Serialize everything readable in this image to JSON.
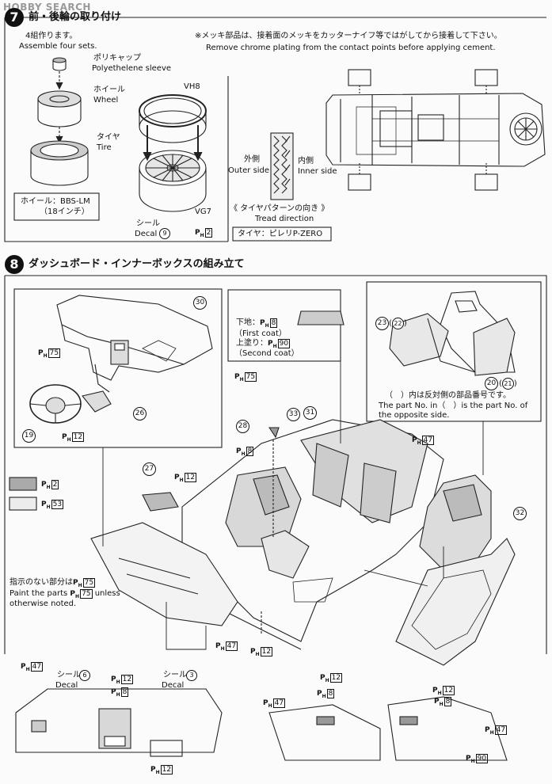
{
  "watermark": "HOBBY SEARCH",
  "step7": {
    "number": "7",
    "title": "前・後輪の取り付け",
    "four_sets_jp": "4組作ります。",
    "four_sets_en": "Assemble four sets.",
    "cap_jp": "ポリキャップ",
    "cap_en": "Polyethelene sleeve",
    "wheel_jp": "ホイール",
    "wheel_en": "Wheel",
    "tire_jp": "タイヤ",
    "tire_en": "Tire",
    "wheel_note_jp": "ホイール：BBS-LM",
    "wheel_note_size": "（18インチ）",
    "vh8": "VH8",
    "vg7": "VG7",
    "decal_jp": "シール",
    "decal_en": "Decal",
    "decal_no": "9",
    "ph_color": "2",
    "chrome_note_jp": "※メッキ部品は、接着面のメッキをカッターナイフ等ではがしてから接着して下さい。",
    "chrome_note_en": "Remove chrome plating from the contact points before applying cement.",
    "outer_jp": "外側",
    "outer_en": "Outer side",
    "inner_jp": "内側",
    "inner_en": "Inner side",
    "tread_jp": "《 タイヤパターンの向き 》",
    "tread_en": "Tread direction",
    "tire_brand": "タイヤ：ピレリP-ZERO"
  },
  "step8": {
    "number": "8",
    "title": "ダッシュボード・インナーボックスの組み立て",
    "parts": {
      "p30": "30",
      "p26": "26",
      "p19": "19",
      "p23": "23",
      "p22": "22",
      "p20": "20",
      "p21": "21",
      "p28": "28",
      "p33": "33",
      "p31": "31",
      "p27": "27",
      "p32": "32"
    },
    "ph_prefix": "P",
    "ph_sub": "H",
    "colors": {
      "c75": "75",
      "c12": "12",
      "c8": "8",
      "c90": "90",
      "c47": "47",
      "c2": "2",
      "c53": "53"
    },
    "first_coat_label": "下地：",
    "first_coat_en": "（First coat）",
    "second_coat_label": "上塗り：",
    "second_coat_en": "（Second coat）",
    "opposite_jp": "（　）内は反対側の部品番号です。",
    "opposite_en1": "The part No. in（　）is the part No. of",
    "opposite_en2": "the opposite side.",
    "unless_jp": "指示のない部分は",
    "unless_en1": "Paint the parts",
    "unless_en2": "unless",
    "unless_en3": "otherwise noted.",
    "decal_jp": "シール",
    "decal_en": "Decal",
    "decal6": "6",
    "decal3": "3"
  }
}
